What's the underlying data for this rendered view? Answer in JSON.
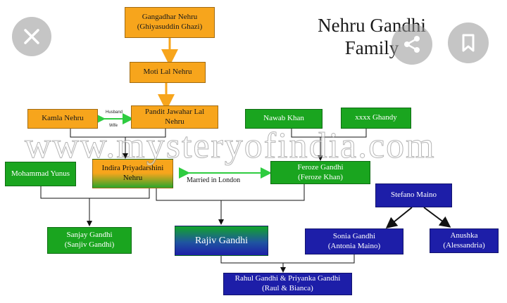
{
  "title": {
    "line1": "Nehru Gandhi",
    "line2": "Family"
  },
  "watermark": "www.mysteryofindia.com",
  "nodes": {
    "gangadhar": {
      "line1": "Gangadhar Nehru",
      "line2": "(Ghiyasuddin Ghazi)"
    },
    "motilal": {
      "line1": "Moti Lal Nehru"
    },
    "kamla": {
      "line1": "Kamla Nehru"
    },
    "jawahar": {
      "line1": "Pandit Jawahar Lal",
      "line2": "Nehru"
    },
    "nawab": {
      "line1": "Nawab Khan"
    },
    "ghandy": {
      "line1": "xxxx Ghandy"
    },
    "yunus": {
      "line1": "Mohammad Yunus"
    },
    "indira": {
      "line1": "Indira Priyadarshini",
      "line2": "Nehru"
    },
    "feroze": {
      "line1": "Feroze Gandhi",
      "line2": "(Feroze Khan)"
    },
    "stefano": {
      "line1": "Stefano Maino"
    },
    "sanjay": {
      "line1": "Sanjay Gandhi",
      "line2": "(Sanjiv Gandhi)"
    },
    "rajiv": {
      "line1": "Rajiv Gandhi"
    },
    "sonia": {
      "line1": "Sonia Gandhi",
      "line2": "(Antonia Maino)"
    },
    "anushka": {
      "line1": "Anushka",
      "line2": "(Alessandria)"
    },
    "rahul": {
      "line1": "Rahul Gandhi & Priyanka Gandhi",
      "line2": "(Raul & Bianca)"
    }
  },
  "labels": {
    "husband": "Husband",
    "wife": "Wife",
    "married": "Married in London"
  },
  "icons": {
    "close": "close-icon",
    "share": "share-icon",
    "bookmark": "bookmark-icon"
  },
  "colors": {
    "orange": "#f7a51c",
    "green": "#1aa51f",
    "blue": "#1d1ea8",
    "arrow_orange": "#f7a51c",
    "arrow_green": "#2ecc40"
  }
}
